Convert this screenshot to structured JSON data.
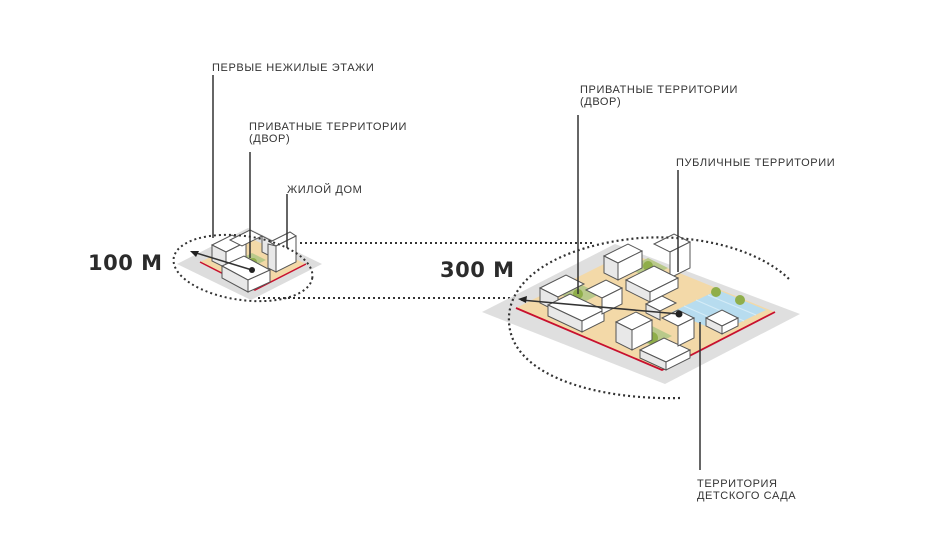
{
  "labels": {
    "first_floors": "ПЕРВЫЕ НЕЖИЛЫЕ ЭТАЖИ",
    "private_small_line1": "ПРИВАТНЫЕ ТЕРРИТОРИИ",
    "private_small_line2": "(ДВОР)",
    "residential_house": "ЖИЛОЙ ДОМ",
    "private_large_line1": "ПРИВАТНЫЕ ТЕРРИТОРИИ",
    "private_large_line2": "(ДВОР)",
    "public_territories": "ПУБЛИЧНЫЕ ТЕРРИТОРИИ",
    "kindergarten_line1": "ТЕРРИТОРИЯ",
    "kindergarten_line2": "ДЕТСКОГО САДА"
  },
  "scale": {
    "small": "100 М",
    "large": "300 М"
  },
  "colors": {
    "ground": "#f3d9a8",
    "border_red": "#c8102e",
    "road_gray": "#cfcfcf",
    "greenery": "#b9c98a",
    "tree": "#8fae4a",
    "kindergarten_blue": "#b7dcef",
    "building_face": "#ffffff",
    "building_side": "#e6e6e6",
    "building_edge": "#555555",
    "leader_line": "#333333",
    "dotted": "#333333"
  }
}
